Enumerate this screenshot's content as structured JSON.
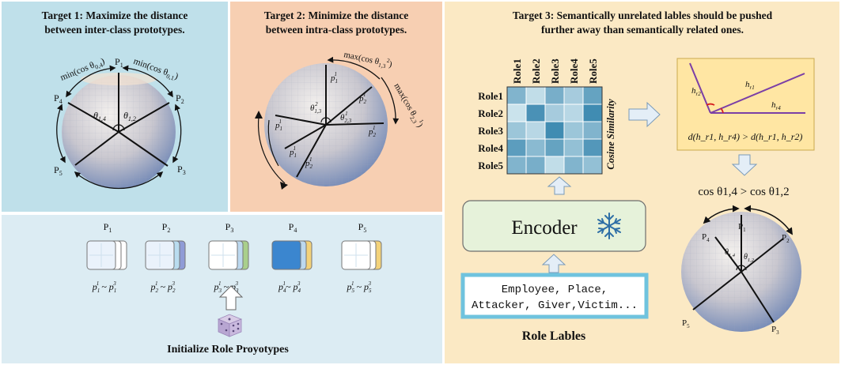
{
  "colors": {
    "panel1_bg": "#bfe0ea",
    "panel2_bg": "#f7cfb2",
    "panel3_bg": "#fbe9c4",
    "panel4_bg": "#dcecf3",
    "box_bg": "#ffe6a3",
    "encoder_bg": "#e6f2da",
    "labels_bg": "#ffffff",
    "labels_border": "#6fc3de",
    "line_purple": "#7b3fa6",
    "arrow_fill": "#e4eef7",
    "highlight_card": "#3b86cf"
  },
  "panel1": {
    "title_line1": "Target 1: Maximize the distance",
    "title_line2": "between inter-class prototypes.",
    "p1": "P",
    "p1_sub": "1",
    "p2": "P",
    "p2_sub": "2",
    "p3": "P",
    "p3_sub": "3",
    "p4": "P",
    "p4_sub": "4",
    "p5": "P",
    "p5_sub": "5",
    "min_left": "min(cos θ",
    "min_left_sub": "0,4",
    "min_right": "min(cos θ",
    "min_right_sub": "0,1",
    "theta14": "θ",
    "theta14_sub": "1,4",
    "theta12": "θ",
    "theta12_sub": "1,2"
  },
  "panel2": {
    "title_line1": "Target 2: Minimize the distance",
    "title_line2": "between intra-class prototypes.",
    "max_top": "max(cos θ",
    "max_top_sub": "1,3",
    "max_top_sup": "2",
    "max_right": "max(cos θ",
    "max_right_sub": "2,3",
    "max_right_sup": "1",
    "p_labels": [
      "p",
      "p",
      "p",
      "p",
      "p",
      "p"
    ],
    "p_subs": [
      "1",
      "2",
      "1",
      "1",
      "2",
      "2"
    ],
    "p_sups": [
      "1",
      "1",
      "1",
      "1",
      "1",
      "1"
    ],
    "theta13": "θ",
    "theta13_sub": "1,3",
    "theta13_sup": "2",
    "theta23": "θ",
    "theta23_sub": "2,3",
    "theta23_sup": "1"
  },
  "panel3": {
    "title_line1": "Target 3: Semantically unrelated lables should be pushed",
    "title_line2": "further away than semantically related ones.",
    "col_headers": [
      "Role1",
      "Role2",
      "Role3",
      "Role4",
      "Role5"
    ],
    "row_headers": [
      "Role1",
      "Role2",
      "Role3",
      "Role4",
      "Role5"
    ],
    "cosine_label": "Cosine Similarity",
    "encoder_label": "Encoder",
    "labels_line1": "Employee, Place,",
    "labels_line2": "Attacker,  Giver,Victim...",
    "role_labels_caption": "Role Lables",
    "box_h_r2": "h",
    "box_h_r2_sub": "r2",
    "box_h_r1": "h",
    "box_h_r1_sub": "r1",
    "box_h_r4": "h",
    "box_h_r4_sub": "r4",
    "box_formula": "d(h_r1, h_r4) > d(h_r1, h_r2)",
    "cos_formula": "cos θ1,4 > cos θ1,2",
    "sphere_p1": "P",
    "sphere_p1_sub": "1",
    "sphere_p2": "P",
    "sphere_p2_sub": "2",
    "sphere_p3": "P",
    "sphere_p3_sub": "3",
    "sphere_p4": "P",
    "sphere_p4_sub": "4",
    "sphere_p5": "P",
    "sphere_p5_sub": "5",
    "sphere_theta14": "θ",
    "sphere_theta14_sub": "1,4",
    "sphere_theta12": "θ",
    "sphere_theta12_sub": "1,2"
  },
  "panel4": {
    "caption": "Initialize Role Proyotypes",
    "cards": [
      {
        "title": "P",
        "title_sub": "1",
        "range": "p",
        "range_sub1": "1",
        "range_sup1": "1",
        "range_mid": " ~ p",
        "range_sub2": "1",
        "range_sup2": "3"
      },
      {
        "title": "P",
        "title_sub": "2",
        "range": "p",
        "range_sub1": "2",
        "range_sup1": "1",
        "range_mid": " ~ p",
        "range_sub2": "2",
        "range_sup2": "3"
      },
      {
        "title": "P",
        "title_sub": "3",
        "range": "p",
        "range_sub1": "3",
        "range_sup1": "1",
        "range_mid": " ~ p",
        "range_sub2": "3",
        "range_sup2": "3"
      },
      {
        "title": "P",
        "title_sub": "4",
        "range": "p",
        "range_sub1": "4",
        "range_sup1": "1",
        "range_mid": "~ p",
        "range_sub2": "4",
        "range_sup2": "3"
      },
      {
        "title": "P",
        "title_sub": "5",
        "range": "p",
        "range_sub1": "5",
        "range_sup1": "1",
        "range_mid": " ~ p",
        "range_sub2": "5",
        "range_sup2": "3"
      }
    ]
  },
  "heatmap": [
    [
      0.55,
      0.2,
      0.6,
      0.35,
      0.7
    ],
    [
      0.15,
      0.85,
      0.35,
      0.25,
      0.9
    ],
    [
      0.4,
      0.25,
      0.9,
      0.4,
      0.55
    ],
    [
      0.75,
      0.5,
      0.7,
      0.45,
      0.8
    ],
    [
      0.55,
      0.6,
      0.2,
      0.55,
      0.45
    ]
  ]
}
